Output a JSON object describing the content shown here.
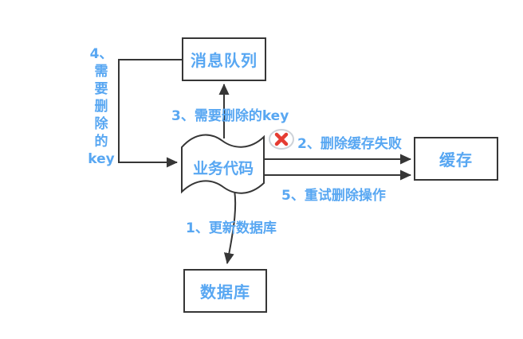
{
  "diagram": {
    "type": "flow-diagram",
    "nodes": {
      "message_queue": {
        "label": "消息队列",
        "shape": "rectangle"
      },
      "business_code": {
        "label": "业务代码",
        "shape": "tape"
      },
      "cache": {
        "label": "缓存",
        "shape": "rectangle"
      },
      "database": {
        "label": "数据库",
        "shape": "rectangle"
      }
    },
    "edges": {
      "step1": {
        "label": "1、更新数据库",
        "from": "business_code",
        "to": "database"
      },
      "step2": {
        "label": "2、删除缓存失败",
        "from": "business_code",
        "to": "cache",
        "icon": "error-x-icon"
      },
      "step3": {
        "label": "3、需要删除的key",
        "from": "business_code",
        "to": "message_queue"
      },
      "step4": {
        "label": "4、\n需\n要\n删\n除\n的\nkey",
        "from": "message_queue",
        "to": "business_code"
      },
      "step5": {
        "label": "5、重试删除操作",
        "from": "business_code",
        "to": "cache"
      }
    },
    "colors": {
      "label_blue": "#58a7f2",
      "line_dark": "#363636",
      "error_red": "#e53c32",
      "icon_ring_gray": "#cdd2d8",
      "background": "#ffffff"
    }
  }
}
